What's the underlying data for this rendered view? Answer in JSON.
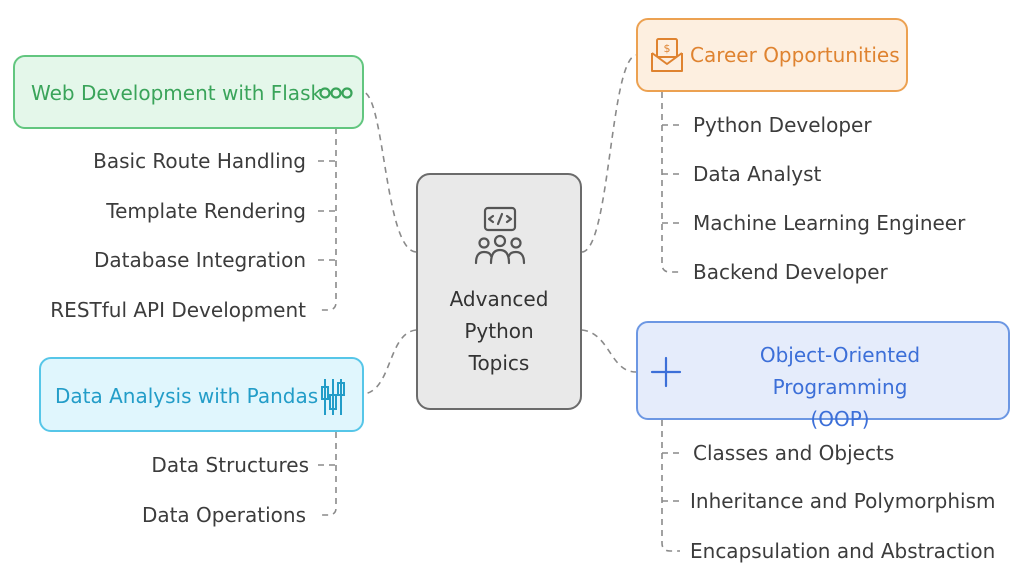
{
  "colors": {
    "web": "#62c67f",
    "data": "#56c6e8",
    "career": "#eca151",
    "oop": "#6c97e3",
    "center": "#6b6b6b",
    "connector": "#8a8a8a"
  },
  "center": {
    "title": "Advanced\nPython\nTopics",
    "icon": "developer-team-icon"
  },
  "branches": {
    "web": {
      "title": "Web Development with Flask",
      "icon": "link-chain-icon",
      "items": [
        "Basic Route Handling",
        "Template Rendering",
        "Database Integration",
        "RESTful API Development"
      ]
    },
    "data": {
      "title": "Data Analysis with Pandas",
      "icon": "bar-chart-icon",
      "items": [
        "Data Structures",
        "Data Operations"
      ]
    },
    "career": {
      "title": "Career Opportunities",
      "icon": "money-envelope-icon",
      "items": [
        "Python Developer",
        "Data Analyst",
        "Machine Learning Engineer",
        "Backend Developer"
      ]
    },
    "oop": {
      "title": "Object-Oriented Programming\n(OOP)",
      "icon": "plus-icon",
      "items": [
        "Classes and Objects",
        "Inheritance and Polymorphism",
        "Encapsulation and Abstraction"
      ]
    }
  }
}
